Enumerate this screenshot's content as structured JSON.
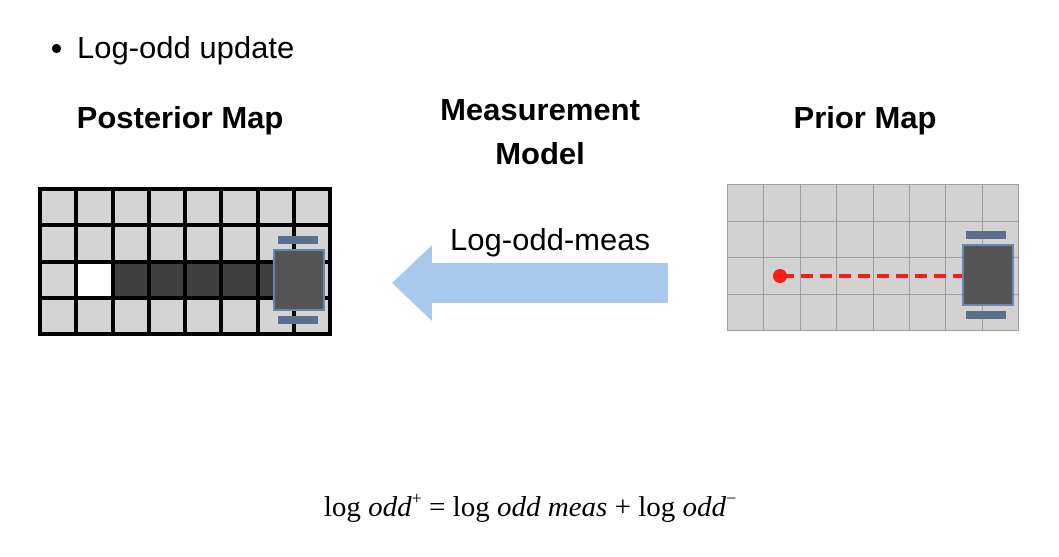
{
  "bullet": {
    "text": "Log-odd update"
  },
  "posterior": {
    "title": "Posterior Map",
    "rows": [
      [
        "unknown",
        "unknown",
        "unknown",
        "unknown",
        "unknown",
        "unknown",
        "unknown",
        "unknown"
      ],
      [
        "unknown",
        "unknown",
        "unknown",
        "unknown",
        "unknown",
        "unknown",
        "unknown",
        "unknown"
      ],
      [
        "unknown",
        "free",
        "occupied",
        "occupied",
        "occupied",
        "occupied",
        "occupied",
        "unknown"
      ],
      [
        "unknown",
        "unknown",
        "unknown",
        "unknown",
        "unknown",
        "unknown",
        "unknown",
        "unknown"
      ]
    ]
  },
  "measurement": {
    "title_line1": "Measurement",
    "title_line2": "Model",
    "arrow_label": "Log-odd-meas",
    "arrow_color": "#a8c8ec"
  },
  "prior": {
    "title": "Prior Map",
    "beam_color": "#ff1a1a"
  },
  "formula": {
    "log1": "log",
    "odd1": "odd",
    "sup1": "+",
    "eq": "=",
    "log2": "log",
    "odd2": "odd",
    "meas": "meas",
    "plus": "+",
    "log3": "log",
    "odd3": "odd",
    "sup2": "−"
  },
  "robot_color": "#555555",
  "wheel_color": "#5a6f8c"
}
